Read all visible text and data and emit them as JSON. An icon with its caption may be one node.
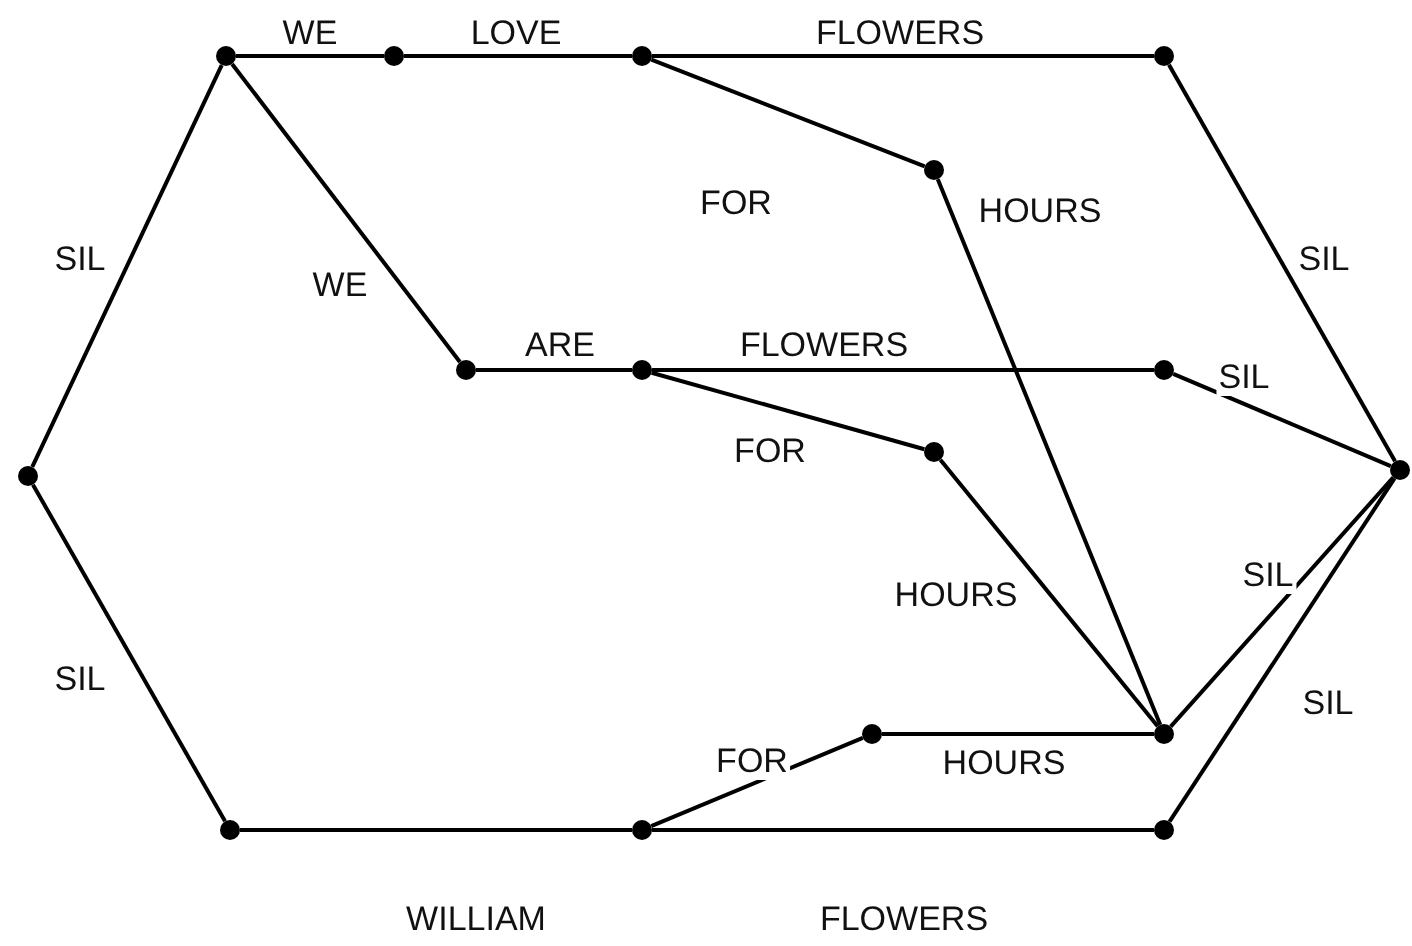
{
  "diagram": {
    "nodes": [
      {
        "text": [],
        "shape": "circle"
      },
      {
        "text": [],
        "shape": "circle"
      },
      {
        "text": [],
        "shape": "circle"
      },
      {
        "text": [],
        "shape": "circle"
      },
      {
        "text": [],
        "shape": "circle"
      },
      {
        "text": [],
        "shape": "circle"
      },
      {
        "text": [],
        "shape": "circle"
      },
      {
        "text": [],
        "shape": "circle"
      },
      {
        "text": [],
        "shape": "circle"
      },
      {
        "text": [],
        "shape": "circle"
      },
      {
        "text": [],
        "shape": "circle"
      },
      {
        "text": [],
        "shape": "circle"
      },
      {
        "text": [],
        "shape": "circle"
      },
      {
        "text": [],
        "shape": "circle"
      },
      {
        "text": [],
        "shape": "circle"
      },
      {
        "text": [],
        "shape": "circle"
      }
    ],
    "edges": [
      {
        "from": 0,
        "to": 1,
        "arrow": "none",
        "label": "SIL"
      },
      {
        "from": 1,
        "to": 2,
        "arrow": "none",
        "label": "WE"
      },
      {
        "from": 2,
        "to": 3,
        "arrow": "none",
        "label": "LOVE"
      },
      {
        "from": 3,
        "to": 4,
        "arrow": "none",
        "label": "FLOWERS"
      },
      {
        "from": 3,
        "to": 5,
        "arrow": "none",
        "label": "FOR"
      },
      {
        "from": 5,
        "to": 10,
        "arrow": "none",
        "label": "HOURS"
      },
      {
        "from": 4,
        "to": 15,
        "arrow": "none",
        "label": "SIL"
      },
      {
        "from": 1,
        "to": 6,
        "arrow": "none",
        "label": "WE"
      },
      {
        "from": 6,
        "to": 7,
        "arrow": "none",
        "label": "ARE"
      },
      {
        "from": 7,
        "to": 8,
        "arrow": "none",
        "label": "FLOWERS"
      },
      {
        "from": 8,
        "to": 15,
        "arrow": "none",
        "label": "SIL"
      },
      {
        "from": 7,
        "to": 9,
        "arrow": "none",
        "label": "FOR"
      },
      {
        "from": 9,
        "to": 10,
        "arrow": "none",
        "label": "HOURS"
      },
      {
        "from": 10,
        "to": 15,
        "arrow": "none",
        "label": "SIL"
      },
      {
        "from": 0,
        "to": 12,
        "arrow": "none",
        "label": "SIL"
      },
      {
        "from": 12,
        "to": 13,
        "arrow": "none",
        "label": "WILLIAM"
      },
      {
        "from": 13,
        "to": 11,
        "arrow": "none",
        "label": "FOR"
      },
      {
        "from": 11,
        "to": 10,
        "arrow": "none",
        "label": "HOURS"
      },
      {
        "from": 13,
        "to": 14,
        "arrow": "none",
        "label": "FLOWERS"
      },
      {
        "from": 14,
        "to": 15,
        "arrow": "none",
        "label": "SIL"
      }
    ]
  }
}
